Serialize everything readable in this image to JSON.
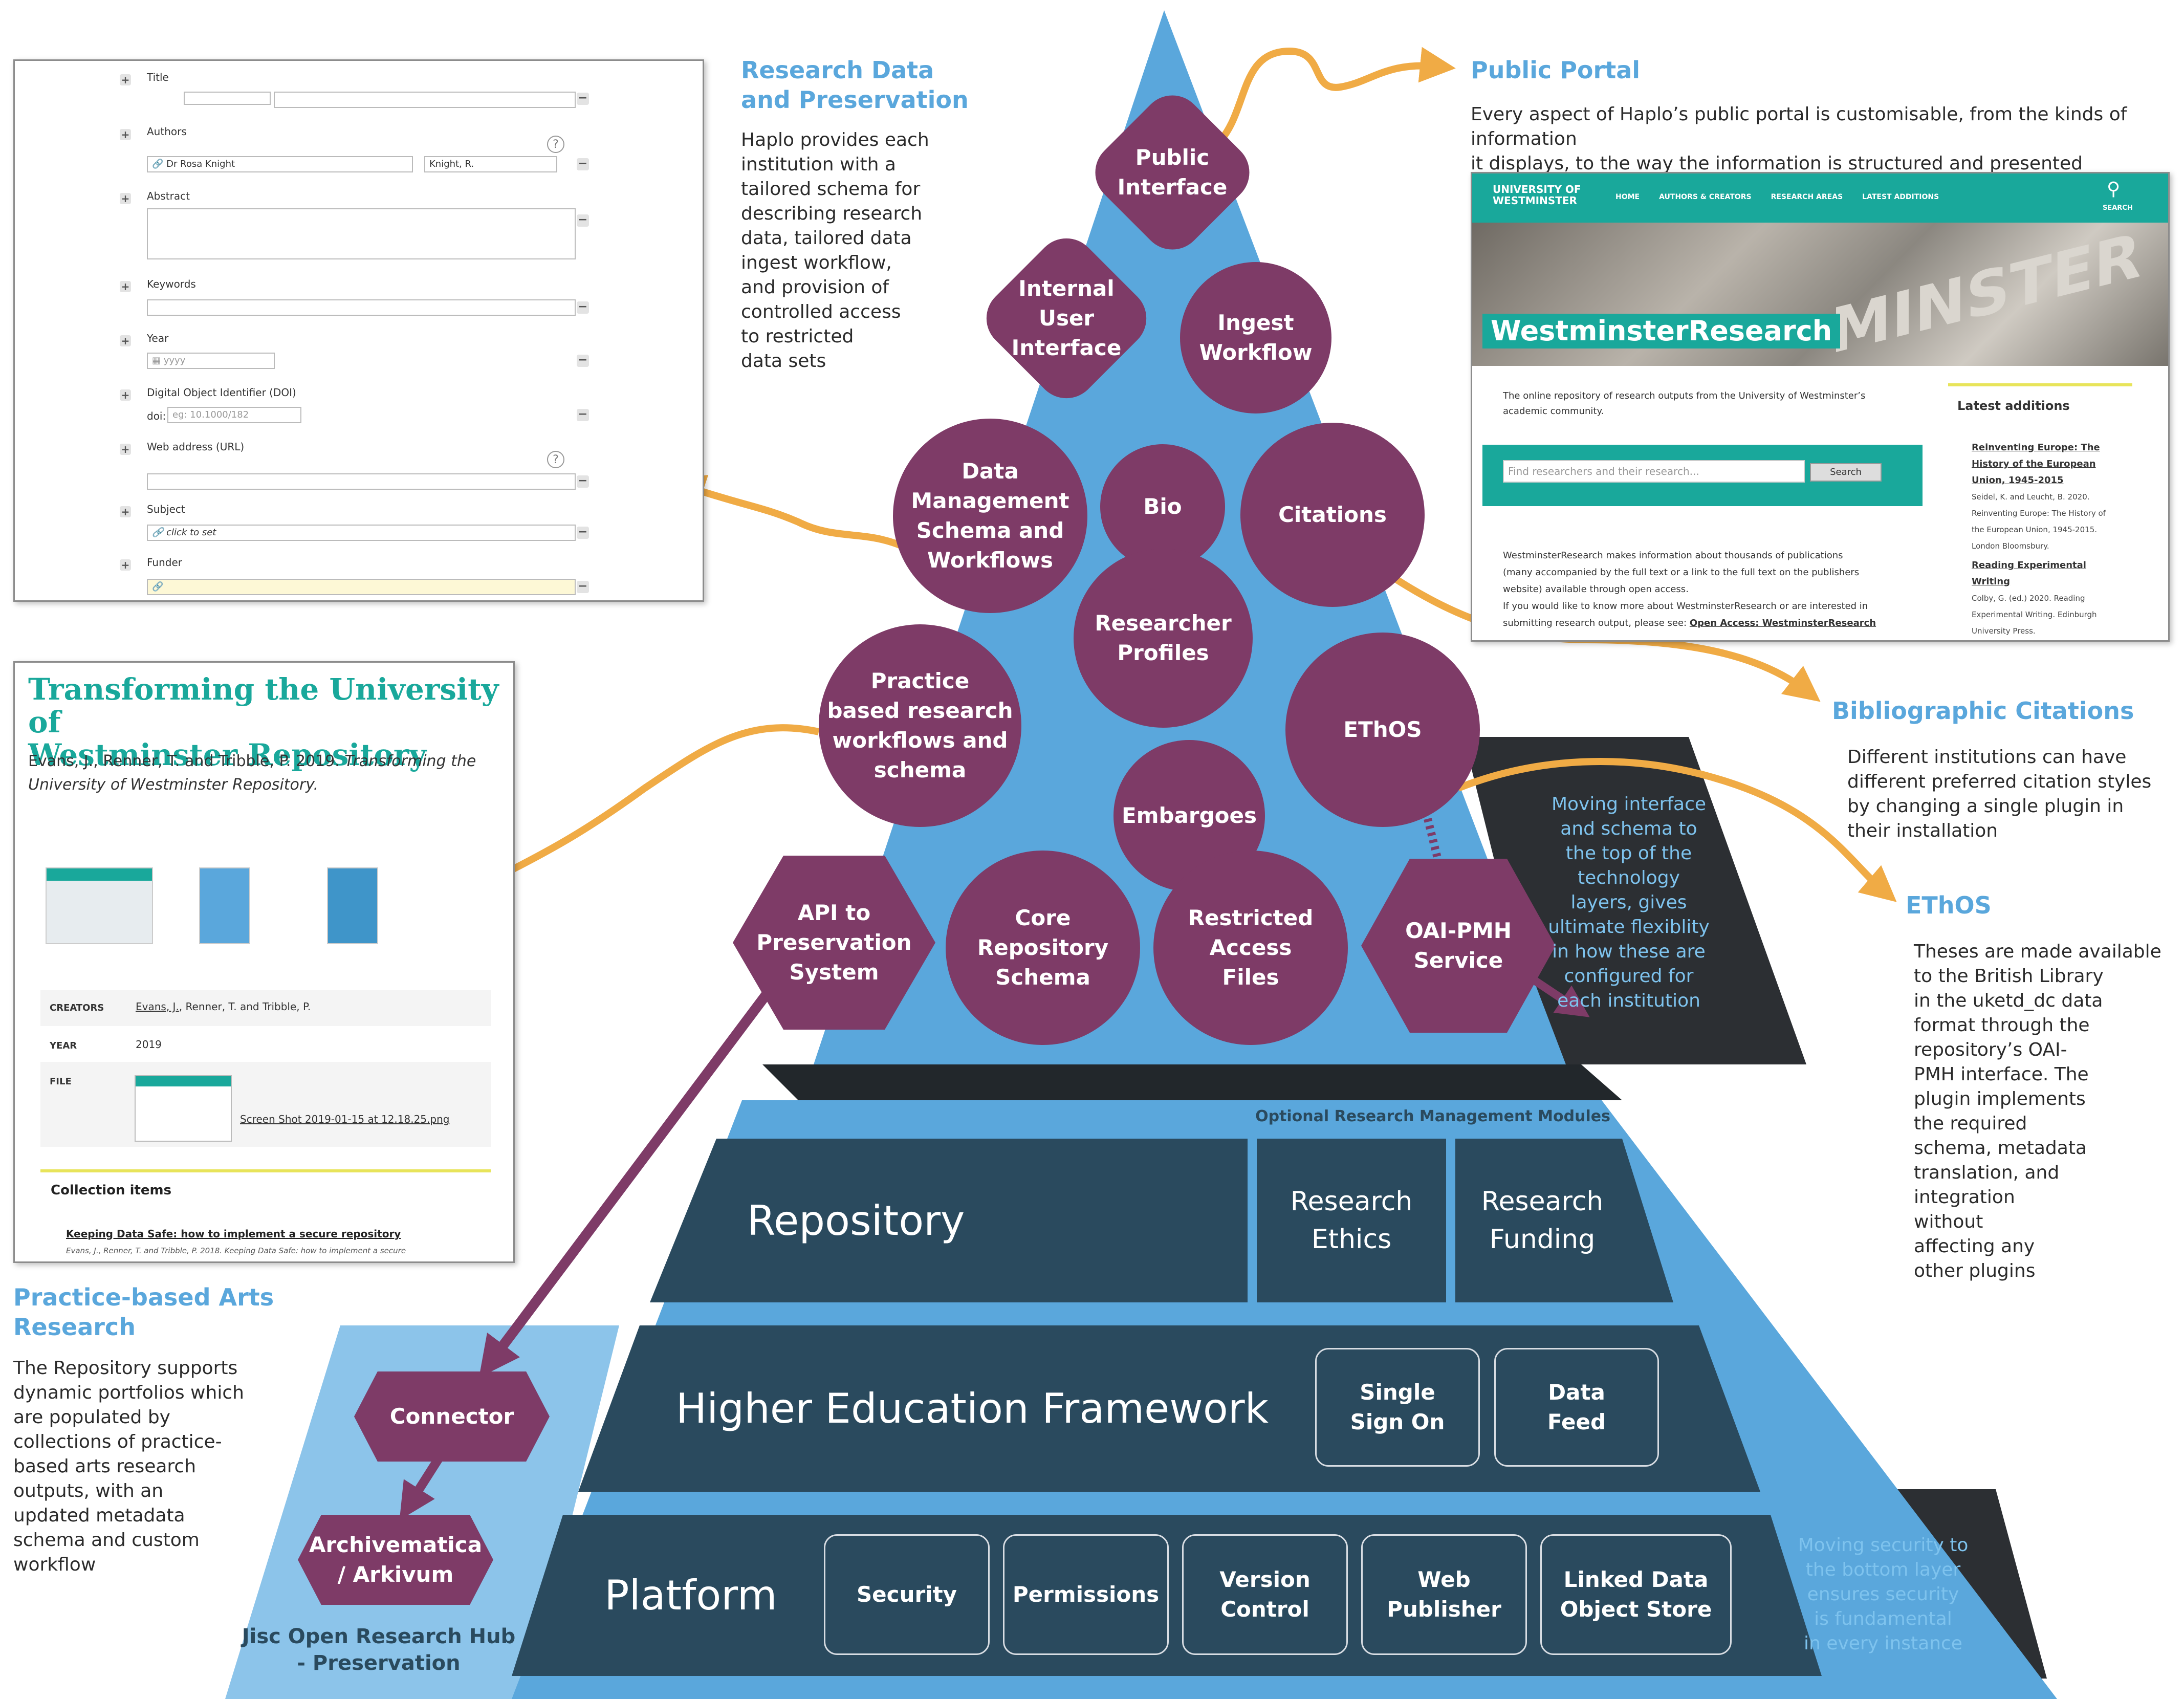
{
  "diagram": {
    "research_data": {
      "heading": "Research Data\nand Preservation",
      "body": "Haplo provides each\ninstitution with a\ntailored schema for\ndescribing research\ndata, tailored data\ningest workflow,\nand provision of\ncontrolled access\nto restricted\ndata sets"
    },
    "public_portal": {
      "heading": "Public Portal",
      "body": "Every aspect of Haplo’s public portal is customisable, from the kinds of information\nit displays, to the way the information is structured and presented"
    },
    "bibliographic": {
      "heading": "Bibliographic Citations",
      "body": "Different institutions can have\ndifferent preferred citation styles\nby changing a single plugin in\ntheir installation"
    },
    "ethos": {
      "heading": "EThOS",
      "body": "Theses are made available\nto the British Library\nin the uketd_dc data\nformat through the\nrepository’s OAI-\nPMH interface. The\nplugin implements\nthe required\nschema, metadata\ntranslation, and\nintegration\nwithout\naffecting any\nother plugins"
    },
    "practice_arts": {
      "heading": "Practice-based Arts\nResearch",
      "body": "The Repository supports\ndynamic portfolios which\nare populated by\ncollections of practice-\nbased arts research\noutputs, with an\nupdated metadata\nschema and custom\nworkflow"
    },
    "nodes": {
      "public_interface": "Public\nInterface",
      "internal_ui": "Internal\nUser\nInterface",
      "ingest_workflow": "Ingest\nWorkflow",
      "data_management": "Data\nManagement\nSchema and\nWorkflows",
      "bio": "Bio",
      "citations": "Citations",
      "researcher_profiles": "Researcher\nProfiles",
      "practice_based": "Practice\nbased research\nworkflows and\nschema",
      "ethos": "EThOS",
      "embargoes": "Embargoes",
      "api": "API to\nPreservation\nSystem",
      "core_schema": "Core\nRepository\nSchema",
      "restricted": "Restricted\nAccess\nFiles",
      "oai_pmh": "OAI-PMH\nService",
      "connector": "Connector",
      "archivematica": "Archivematica\n/ Arkivum"
    },
    "moving_interface_note": "Moving interface\nand schema to\nthe top of the\ntechnology\nlayers, gives\nultimate flexiblity\nin how these are\nconfigured for\neach institution",
    "moving_security_note": "Moving security to\nthe bottom layer\nensures security\nis fundamental\nin every instance",
    "optional_modules": "Optional Research Management Modules",
    "repository": "Repository",
    "research_ethics": "Research\nEthics",
    "research_funding": "Research\nFunding",
    "hef": "Higher Education Framework",
    "single_sign_on": "Single\nSign On",
    "data_feed": "Data\nFeed",
    "platform": "Platform",
    "security": "Security",
    "permissions": "Permissions",
    "version_control": "Version\nControl",
    "web_publisher": "Web\nPublisher",
    "linked_data": "Linked Data\nObject Store",
    "jisc": "Jisc Open Research Hub\n- Preservation"
  },
  "form_panel": {
    "title_label": "Title",
    "authors_label": "Authors",
    "author_name": "Dr Rosa Knight",
    "author_citation": "Knight, R.",
    "abstract_label": "Abstract",
    "keywords_label": "Keywords",
    "year_label": "Year",
    "year_placeholder": "yyyy",
    "doi_label": "Digital Object Identifier (DOI)",
    "doi_prefix": "doi:",
    "doi_placeholder": "eg: 10.1000/182",
    "url_label": "Web address (URL)",
    "subject_label": "Subject",
    "subject_value": "click to set",
    "funder_label": "Funder"
  },
  "portal_panel": {
    "logo_line1": "UNIVERSITY OF",
    "logo_line2": "WESTMINSTER",
    "nav": [
      "HOME",
      "AUTHORS & CREATORS",
      "RESEARCH AREAS",
      "LATEST ADDITIONS"
    ],
    "search_label": "SEARCH",
    "hero_title": "WestminsterResearch",
    "hero_sign": "MINSTER",
    "intro": "The online repository of research outputs from the University of Westminster’s\nacademic community.",
    "search_placeholder": "Find researchers and their research...",
    "search_button": "Search",
    "desc1": "WestminsterResearch makes information about thousands of publications\n(many accompanied by the full text or a link to the full text on the publishers\nwebsite) available through open access.",
    "desc2_a": "If you would like to know more about WestminsterResearch or are interested in",
    "desc2_b": "submitting research output, please see:",
    "desc2_link": "Open Access: WestminsterResearch",
    "latest_heading": "Latest additions",
    "item1_title": "Reinventing Europe: The\nHistory of the European\nUnion, 1945-2015",
    "item1_meta": "Seidel, K. and Leucht, B. 2020.\nReinventing Europe: The History of\nthe European Union, 1945-2015.\nLondon Bloomsbury.",
    "item2_title": "Reading Experimental\nWriting",
    "item2_meta": "Colby, G. (ed.) 2020. Reading\nExperimental Writing. Edinburgh\nUniversity Press."
  },
  "record_panel": {
    "title": "Transforming the University of\nWestminster Repository",
    "citation_plain": "Evans, J., Renner, T. and Tribble, P. 2019. ",
    "citation_italic": "Transforming the\nUniversity of Westminster Repository.",
    "creators_label": "CREATORS",
    "creators_link": "Evans, J.",
    "creators_rest": ", Renner, T. and Tribble, P.",
    "year_label": "YEAR",
    "year_value": "2019",
    "file_label": "FILE",
    "file_link": "Screen Shot 2019-01-15 at 12.18.25.png",
    "collection_heading": "Collection items",
    "collection_item": "Keeping Data Safe: how to implement a secure repository",
    "collection_meta": "Evans, J., Renner, T. and Tribble, P. 2018. Keeping Data Safe: how to implement a secure"
  },
  "colors": {
    "pyramid_blue": "#5aa7dc",
    "node_purple": "#7e3b67",
    "band_navy": "#2a4a5e",
    "note_dark": "#2c2f33",
    "arrow_orange": "#f0ab45",
    "teal": "#19a89b",
    "light_blue": "#8cc4ea"
  }
}
